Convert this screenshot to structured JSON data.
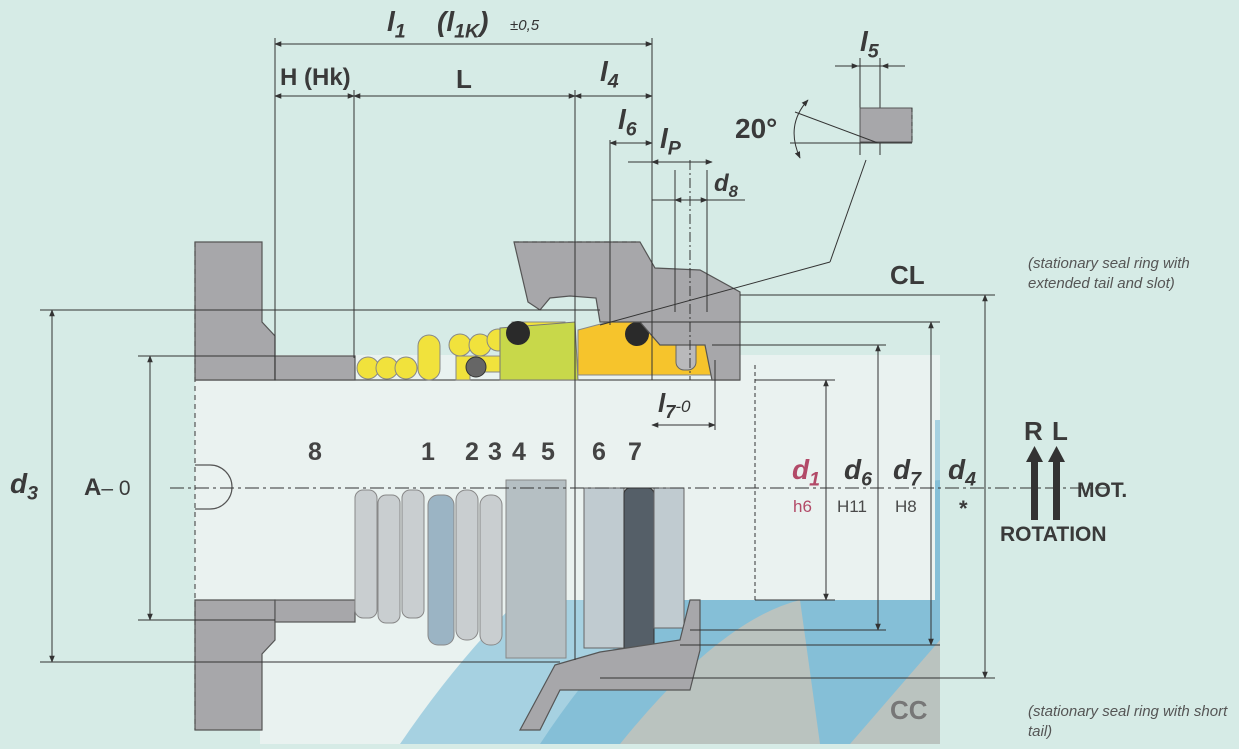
{
  "dimensions": {
    "l1": "l",
    "l1_sub": "1",
    "l1k": "(l",
    "l1k_sub": "1K",
    "l1k_close": ")",
    "l1_tol": "±0,5",
    "h": "H (Hk)",
    "L": "L",
    "l4": "l",
    "l4_sub": "4",
    "l5": "l",
    "l5_sub": "5",
    "l6": "l",
    "l6_sub": "6",
    "lp": "l",
    "lp_sub": "P",
    "d8": "d",
    "d8_sub": "8",
    "angle": "20°",
    "l7": "l",
    "l7_sub": "7",
    "l7_tol": "-0"
  },
  "part_numbers": [
    "8",
    "1",
    "2",
    "3",
    "4",
    "5",
    "6",
    "7"
  ],
  "diameters": {
    "d3": "d",
    "d3_sub": "3",
    "A": "A",
    "A_tol": "– 0",
    "d1": "d",
    "d1_sub": "1",
    "d1_fit": "h6",
    "d6": "d",
    "d6_sub": "6",
    "d6_fit": "H11",
    "d7": "d",
    "d7_sub": "7",
    "d7_fit": "H8",
    "d4": "d",
    "d4_sub": "4",
    "d4_fit": "*"
  },
  "rotation": {
    "r": "R",
    "l": "L",
    "mot": "MOT.",
    "label": "ROTATION"
  },
  "variants": {
    "cl": "CL",
    "cl_note": "(stationary seal ring with extended tail and slot)",
    "cc": "CC",
    "cc_note": "(stationary seal ring with short tail)"
  },
  "colors": {
    "background": "#d6ebe6",
    "metal": "#a7a7aa",
    "spring": "#f1e23c",
    "seal_face": "#c8d84a",
    "seat": "#f6c42c",
    "oring": "#2a2a2a",
    "shaft": "#e9f2f0",
    "accent_red": "#b24a68"
  }
}
